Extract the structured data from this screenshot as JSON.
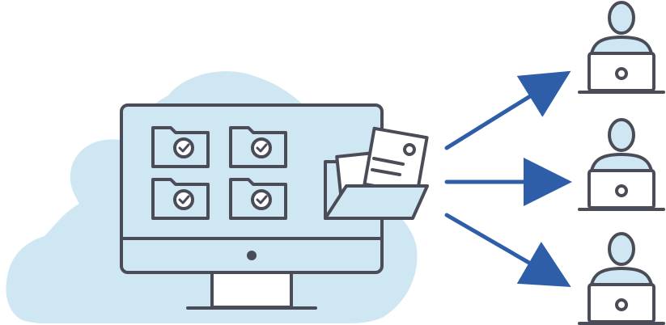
{
  "colors": {
    "background": "#ffffff",
    "cloud": "#cfe6f3",
    "outline": "#4a4d57",
    "arrow": "#2f5ea8",
    "screen_fill": "transparent"
  },
  "icons": {
    "cloud": "cloud-icon",
    "monitor": "desktop-monitor-icon",
    "folder_check": "folder-check-icon",
    "open_folder": "open-folder-document-icon",
    "user_laptop": "user-laptop-icon",
    "arrow": "arrow-right-icon"
  },
  "diagram": {
    "source_folders_count": 4,
    "recipients_count": 3
  }
}
